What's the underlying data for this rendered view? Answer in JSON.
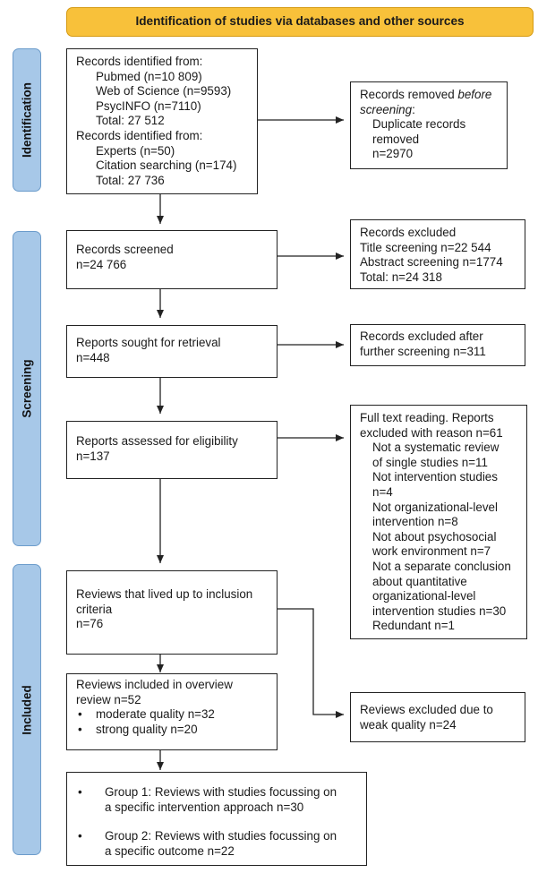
{
  "header": "Identification of studies via databases and other sources",
  "phases": {
    "identification": "Identification",
    "screening": "Screening",
    "included": "Included"
  },
  "identified": {
    "line1": "Records identified from:",
    "pubmed": "Pubmed (n=10 809)",
    "wos": "Web of Science (n=9593)",
    "psycinfo": "PsycINFO (n=7110)",
    "total1": "Total: 27 512",
    "line2": "Records identified from:",
    "experts": "Experts (n=50)",
    "citation": "Citation searching (n=174)",
    "total2": "Total: 27 736"
  },
  "removed": {
    "prefix": "Records removed ",
    "italic": "before",
    "line2": "screening",
    "colon": ":",
    "dup1": "Duplicate records",
    "dup2": "removed",
    "n": "n=2970"
  },
  "screened": {
    "label": "Records screened",
    "n": "n=24 766"
  },
  "excluded1": {
    "label": "Records excluded",
    "title": "Title screening n=22 544",
    "abstract": "Abstract screening n=1774",
    "total": "Total: n=24 318"
  },
  "sought": {
    "label": "Reports sought for retrieval",
    "n": "n=448"
  },
  "excluded2": {
    "line1": "Records excluded after",
    "line2": "further screening n=311"
  },
  "assessed": {
    "label": "Reports assessed for eligibility",
    "n": "n=137"
  },
  "fulltext": {
    "l1": "Full text reading. Reports",
    "l2": "excluded with reason n=61",
    "l3": "Not a systematic review",
    "l4": "of single studies n=11",
    "l5": "Not intervention studies",
    "l6": "n=4",
    "l7": "Not organizational-level",
    "l8": "intervention n=8",
    "l9": "Not about psychosocial",
    "l10": "work environment n=7",
    "l11": "Not a separate conclusion",
    "l12": "about quantitative",
    "l13": "organizational-level",
    "l14": "intervention studies n=30",
    "l15": "Redundant n=1"
  },
  "inclusion": {
    "l1": "Reviews that lived up to inclusion",
    "l2": "criteria",
    "n": "n=76"
  },
  "overview": {
    "l1": "Reviews included in overview",
    "l2": "review n=52",
    "b1": "moderate quality n=32",
    "b2": "strong quality n=20"
  },
  "weak": {
    "l1": "Reviews excluded due to",
    "l2": "weak quality n=24"
  },
  "groups": {
    "g1a": "Group 1: Reviews with studies focussing on",
    "g1b": "a specific intervention approach n=30",
    "g2a": "Group 2: Reviews with studies focussing on",
    "g2b": "a specific outcome n=22"
  }
}
